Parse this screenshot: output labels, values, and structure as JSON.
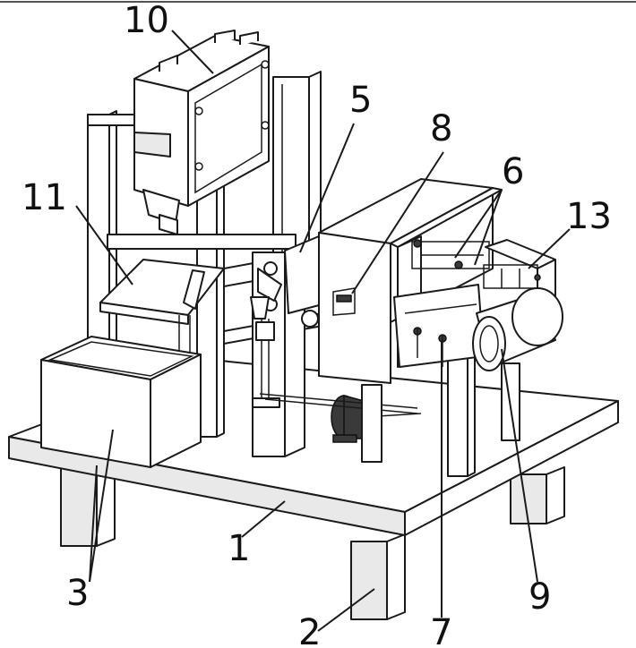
{
  "labels": {
    "l1": "1",
    "l2": "2",
    "l3": "3",
    "l5": "5",
    "l6": "6",
    "l7": "7",
    "l8": "8",
    "l9": "9",
    "l10": "10",
    "l11": "11",
    "l13": "13"
  }
}
